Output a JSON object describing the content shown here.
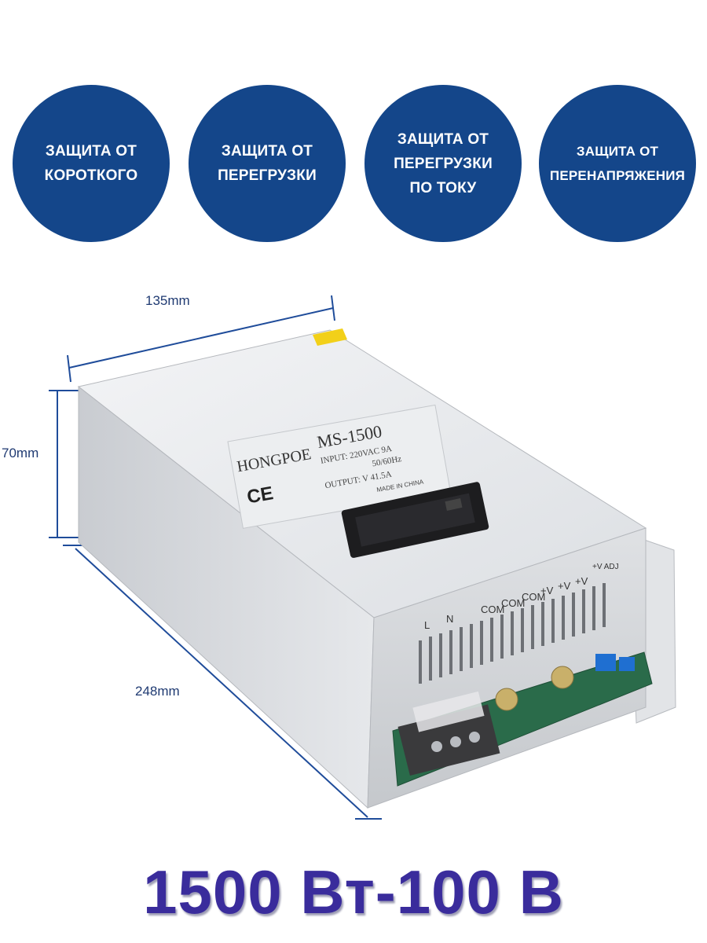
{
  "features": [
    {
      "id": "c1",
      "label": "ЗАЩИТА ОТ\nКОРОТКОГО"
    },
    {
      "id": "c2",
      "label": "ЗАЩИТА ОТ\nПЕРЕГРУЗКИ"
    },
    {
      "id": "c3",
      "label": "ЗАЩИТА ОТ\nПЕРЕГРУЗКИ\nПО ТОКУ"
    },
    {
      "id": "c4",
      "label": "ЗАЩИТА ОТ\nПЕРЕНАПРЯЖЕНИЯ"
    }
  ],
  "dimensions": {
    "width": "135mm",
    "height": "70mm",
    "depth": "248mm"
  },
  "label_plate": {
    "brand": "HONGPOE",
    "model": "MS-1500",
    "input": "INPUT: 220VAC 9A",
    "freq": "50/60Hz",
    "output": "OUTPUT: V 41.5A",
    "made": "MADE IN CHINA",
    "ce": "CE"
  },
  "terminals": [
    "L",
    "N",
    "COM",
    "COM",
    "COM",
    "+V",
    "+V",
    "+V",
    "+V ADJ"
  ],
  "colors": {
    "circle": "#14468a",
    "dimension_line": "#1f4c9a",
    "title": "#3a2c9c"
  },
  "title": "1500 Вт-100 В"
}
